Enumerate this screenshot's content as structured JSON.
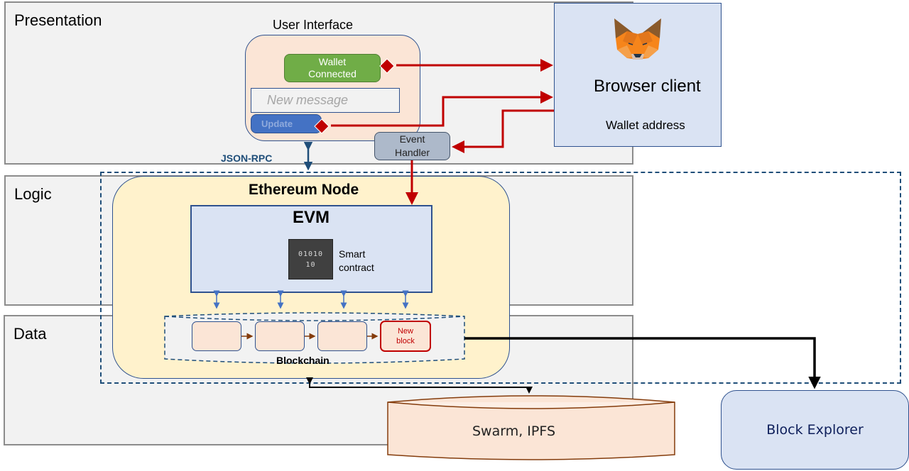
{
  "layers": {
    "presentation": "Presentation",
    "logic": "Logic",
    "data": "Data"
  },
  "user_interface": {
    "title": "User Interface",
    "wallet_button": "Wallet Connected",
    "message_placeholder": "New message",
    "update_button": "Update"
  },
  "browser_client": {
    "icon": "metamask-fox-icon",
    "title": "Browser client",
    "subtitle": "Wallet address"
  },
  "event_handler": {
    "label": "Event Handler"
  },
  "json_rpc": {
    "label": "JSON-RPC"
  },
  "ethereum_node": {
    "title": "Ethereum Node",
    "evm": {
      "title": "EVM",
      "chip_code": "01010 10",
      "smart_contract_label": "Smart contract"
    },
    "blockchain": {
      "label": "Blockchain",
      "blocks": [
        "",
        "",
        ""
      ],
      "new_block": "New block"
    }
  },
  "storage": {
    "label": "Swarm, IPFS"
  },
  "block_explorer": {
    "label": "Block Explorer"
  },
  "colors": {
    "red_arrow": "#c00000",
    "blue_border": "#2f528f",
    "dashed_border": "#1f4e79",
    "wallet_green": "#70ad47",
    "update_blue": "#4472c4"
  }
}
